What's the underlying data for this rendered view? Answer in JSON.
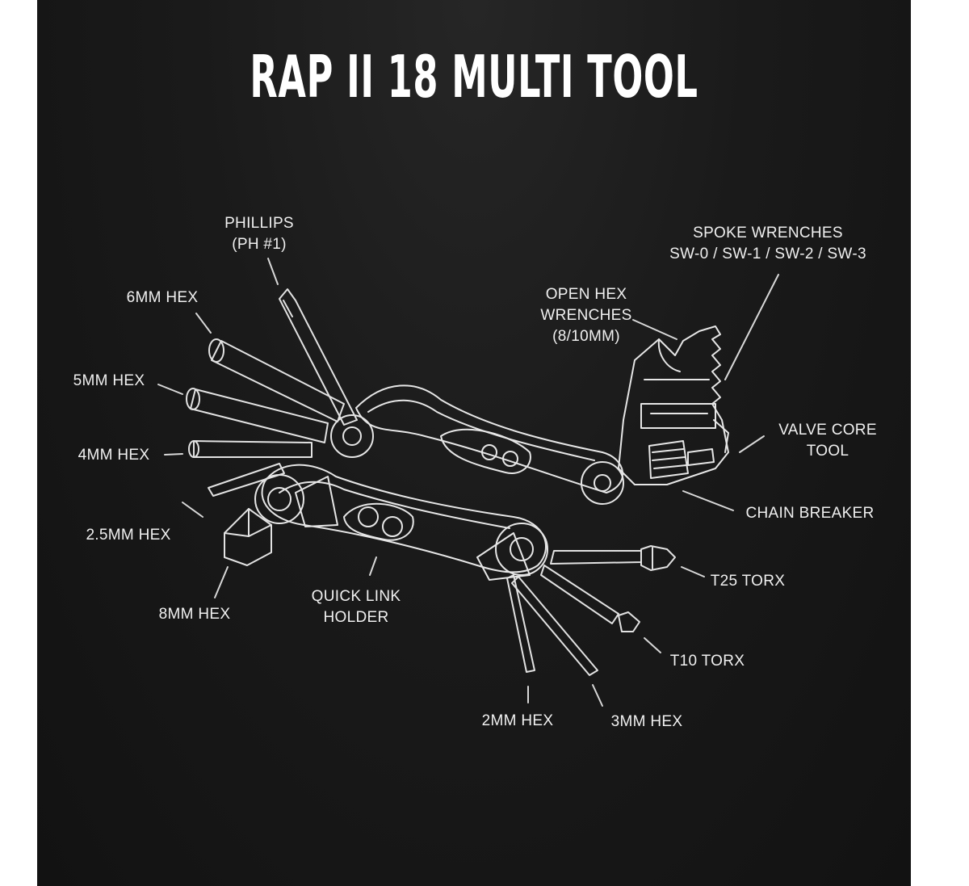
{
  "title": "RAP II 18 MULTI TOOL",
  "labels": {
    "phillips": [
      "PHILLIPS",
      "(PH #1)"
    ],
    "spoke_wrenches": [
      "SPOKE WRENCHES",
      "SW-0 / SW-1 / SW-2 / SW-3"
    ],
    "open_hex": [
      "OPEN HEX",
      "WRENCHES",
      "(8/10MM)"
    ],
    "hex_6mm": [
      "6MM HEX"
    ],
    "hex_5mm": [
      "5MM HEX"
    ],
    "hex_4mm": [
      "4MM HEX"
    ],
    "hex_2_5mm": [
      "2.5MM HEX"
    ],
    "hex_8mm": [
      "8MM HEX"
    ],
    "quick_link": [
      "QUICK LINK",
      "HOLDER"
    ],
    "valve_core": [
      "VALVE CORE",
      "TOOL"
    ],
    "chain_breaker": [
      "CHAIN BREAKER"
    ],
    "t25": [
      "T25 TORX"
    ],
    "t10": [
      "T10 TORX"
    ],
    "hex_2mm": [
      "2MM HEX"
    ],
    "hex_3mm": [
      "3MM HEX"
    ]
  },
  "colors": {
    "background": "#1a1a1a",
    "line": "#e8e8e8",
    "text": "#f0f0f0"
  }
}
